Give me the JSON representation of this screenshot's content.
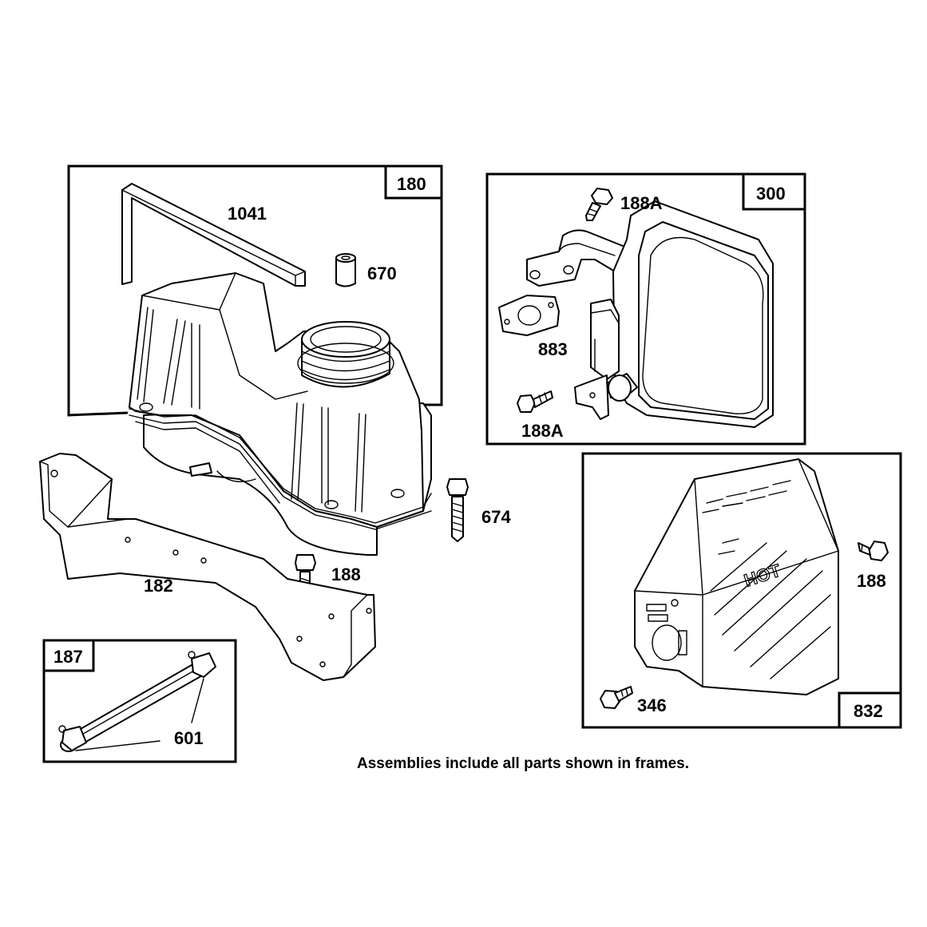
{
  "frames": {
    "f180": "180",
    "f300": "300",
    "f832": "832",
    "f187": "187"
  },
  "labels": {
    "p1041": "1041",
    "p670": "670",
    "p674": "674",
    "p188_tank": "188",
    "p182": "182",
    "p188a_top": "188A",
    "p883": "883",
    "p188a_bottom": "188A",
    "p188_guard": "188",
    "p346": "346",
    "p601": "601"
  },
  "guard_text": "HOT",
  "note": "Assemblies include all parts shown in frames."
}
